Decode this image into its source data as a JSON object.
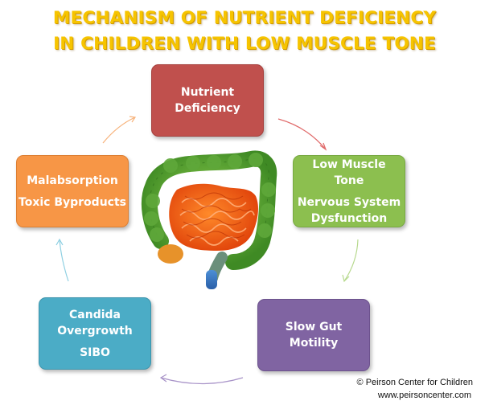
{
  "title": {
    "line1": "MECHANISM OF NUTRIENT DEFICIENCY",
    "line2": "IN CHILDREN WITH LOW MUSCLE TONE"
  },
  "nodes": {
    "nutrient_deficiency": {
      "lines": [
        "Nutrient",
        "Deficiency"
      ],
      "color": "#c0504d"
    },
    "low_muscle_tone": {
      "lines": [
        "Low Muscle",
        "Tone",
        "Nervous System",
        "Dysfunction"
      ],
      "color": "#8cbf4f"
    },
    "slow_gut_motility": {
      "lines": [
        "Slow Gut",
        "Motility"
      ],
      "color": "#8064a2"
    },
    "candida": {
      "lines": [
        "Candida",
        "Overgrowth",
        "SIBO"
      ],
      "color": "#4bacc6"
    },
    "malabsorption": {
      "lines": [
        "Malabsorption",
        "Toxic Byproducts"
      ],
      "color": "#f79646"
    }
  },
  "illustration": {
    "icon": "intestines-icon"
  },
  "credit": {
    "line1": "© Peirson Center for Children",
    "line2": "www.peirsoncenter.com"
  },
  "arrow_colors": {
    "to_muscle": "#e06a6a",
    "to_motility": "#b7d98e",
    "to_candida": "#a893c8",
    "to_malabsorption": "#8fd0e2",
    "to_nutrient": "#f7b27a"
  }
}
